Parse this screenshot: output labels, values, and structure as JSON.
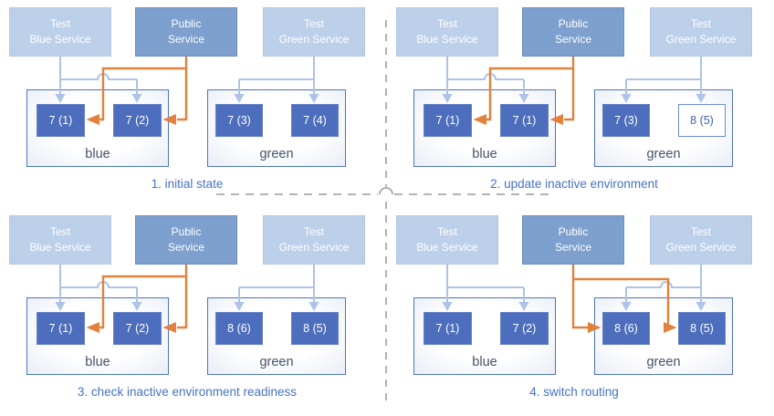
{
  "diagram": {
    "type": "blue-green-deployment-steps",
    "services": {
      "test_blue": {
        "line1": "Test",
        "line2": "Blue Service"
      },
      "public": {
        "line1": "Public",
        "line2": "Service"
      },
      "test_green": {
        "line1": "Test",
        "line2": "Green Service"
      }
    },
    "quadrants": [
      {
        "caption": "1. initial state",
        "blue_env": {
          "label": "blue",
          "pods": [
            "7 (1)",
            "7 (2)"
          ]
        },
        "green_env": {
          "label": "green",
          "pods": [
            "7 (3)",
            "7 (4)"
          ]
        },
        "public_routes_to": "blue"
      },
      {
        "caption": "2. update inactive environment",
        "blue_env": {
          "label": "blue",
          "pods": [
            "7 (1)",
            "7 (1)"
          ]
        },
        "green_env": {
          "label": "green",
          "pods": [
            "7 (3)",
            "8 (5)"
          ],
          "new_pod_index": 1
        },
        "public_routes_to": "blue"
      },
      {
        "caption": "3. check inactive environment readiness",
        "blue_env": {
          "label": "blue",
          "pods": [
            "7 (1)",
            "7 (2)"
          ]
        },
        "green_env": {
          "label": "green",
          "pods": [
            "8 (6)",
            "8 (5)"
          ]
        },
        "public_routes_to": "blue"
      },
      {
        "caption": "4. switch routing",
        "blue_env": {
          "label": "blue",
          "pods": [
            "7 (1)",
            "7 (2)"
          ]
        },
        "green_env": {
          "label": "green",
          "pods": [
            "8 (6)",
            "8 (5)"
          ]
        },
        "public_routes_to": "green"
      }
    ],
    "colors": {
      "service_light_fill": "#bdd0e9",
      "service_public_fill": "#7da0ce",
      "pod_fill": "#4d6dbd",
      "pod_new_border": "#6b8cce",
      "env_border": "#4d74c0",
      "connector_test": "#aec3e6",
      "connector_public": "#e2813c",
      "caption_text": "#4573c4",
      "env_label_text": "#44546a",
      "divider": "#a9a9a9",
      "background": "#ffffff"
    }
  }
}
